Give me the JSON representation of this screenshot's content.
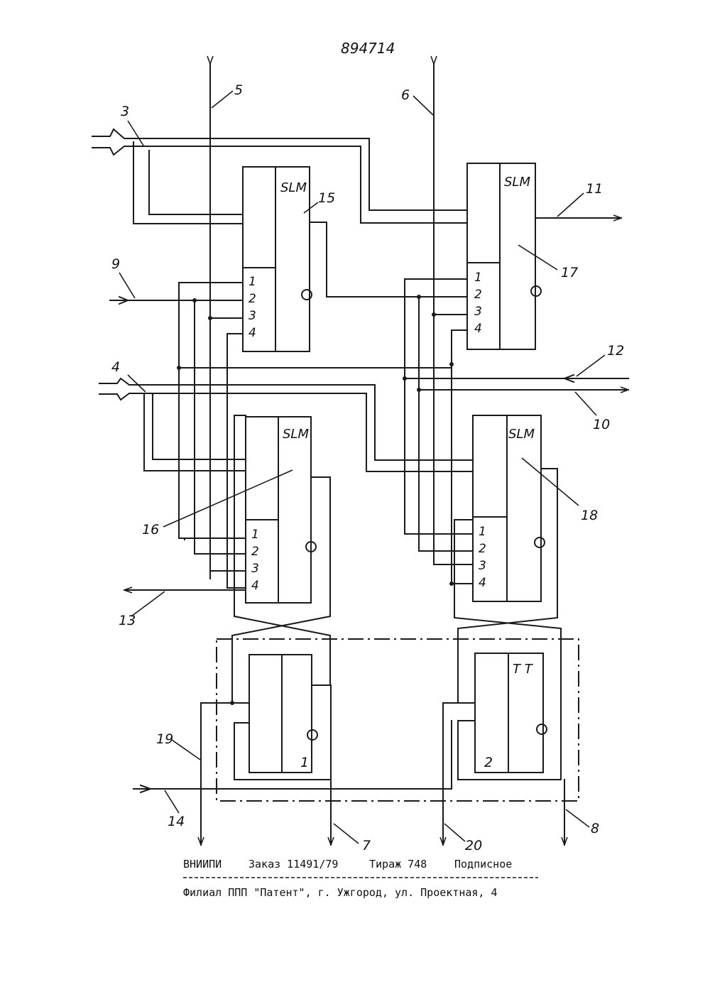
{
  "header": {
    "patent_number": "894714"
  },
  "diagram": {
    "block_type_label": "SLM",
    "trigger_type_label": "T T",
    "pin_labels": [
      "1",
      "2",
      "3",
      "4"
    ],
    "blocks": {
      "b15": {
        "ref": "15"
      },
      "b16": {
        "ref": "16"
      },
      "b17": {
        "ref": "17"
      },
      "b18": {
        "ref": "18"
      },
      "t1": {
        "ref": "1"
      },
      "t2": {
        "ref": "2"
      }
    },
    "lines": {
      "l3": "3",
      "l4": "4",
      "l5": "5",
      "l6": "6",
      "l7": "7",
      "l8": "8",
      "l9": "9",
      "l10": "10",
      "l11": "11",
      "l12": "12",
      "l13": "13",
      "l14": "14",
      "l19": "19",
      "l20": "20"
    }
  },
  "footer": {
    "org": "ВНИИПИ",
    "order": "Заказ 11491/79",
    "circulation": "Тираж 748",
    "subscription": "Подписное",
    "branch": "Филиал ППП \"Патент\", г. Ужгород, ул. Проектная, 4"
  }
}
